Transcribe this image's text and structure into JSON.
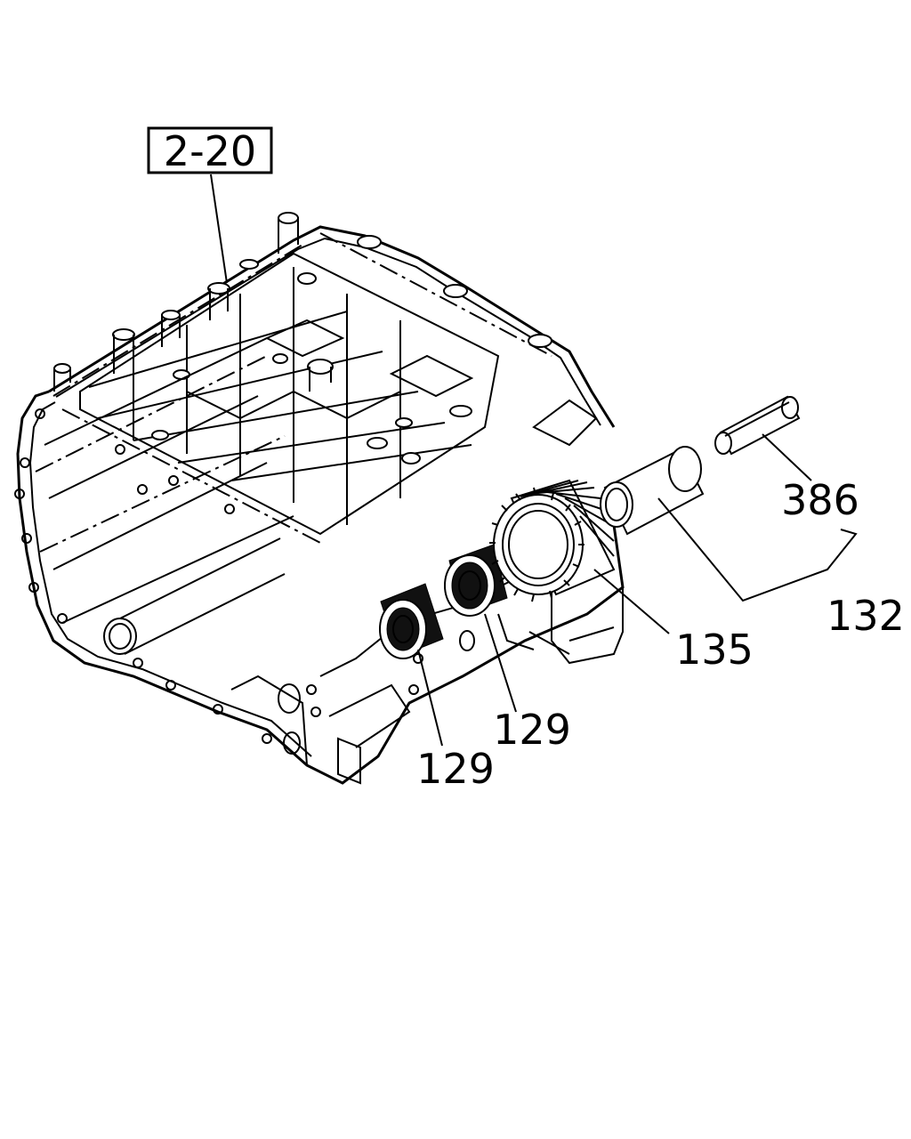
{
  "reference_box": {
    "text": "2-20"
  },
  "callouts": [
    {
      "id": "386",
      "text": "386"
    },
    {
      "id": "132",
      "text": "132"
    },
    {
      "id": "135",
      "text": "135"
    },
    {
      "id": "129a",
      "text": "129"
    },
    {
      "id": "129b",
      "text": "129"
    }
  ]
}
